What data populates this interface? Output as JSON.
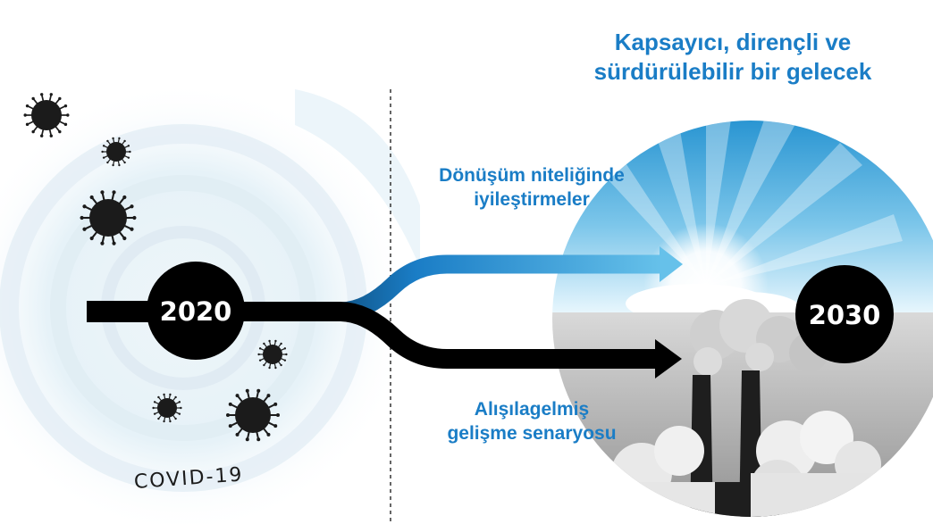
{
  "title": {
    "line1": "Kapsayıcı, dirençli ve",
    "line2": "sürdürülebilir bir gelecek"
  },
  "upper_path": {
    "line1": "Dönüşüm niteliğinde",
    "line2": "iyileştirmeler"
  },
  "lower_path": {
    "line1": "Alışılagelmiş",
    "line2": "gelişme senaryosu"
  },
  "start_year": "2020",
  "end_year": "2030",
  "covid_label": "COVID-19",
  "colors": {
    "accent_blue": "#1a7dc6",
    "path_black": "#000000",
    "sky_top": "#1f8fcf",
    "sky_bottom": "#e6f4fb",
    "smog": "#a9a9a9"
  },
  "icons": [
    "virus-icon",
    "sun-icon",
    "factory-chimney-icon",
    "cloud-icon"
  ]
}
